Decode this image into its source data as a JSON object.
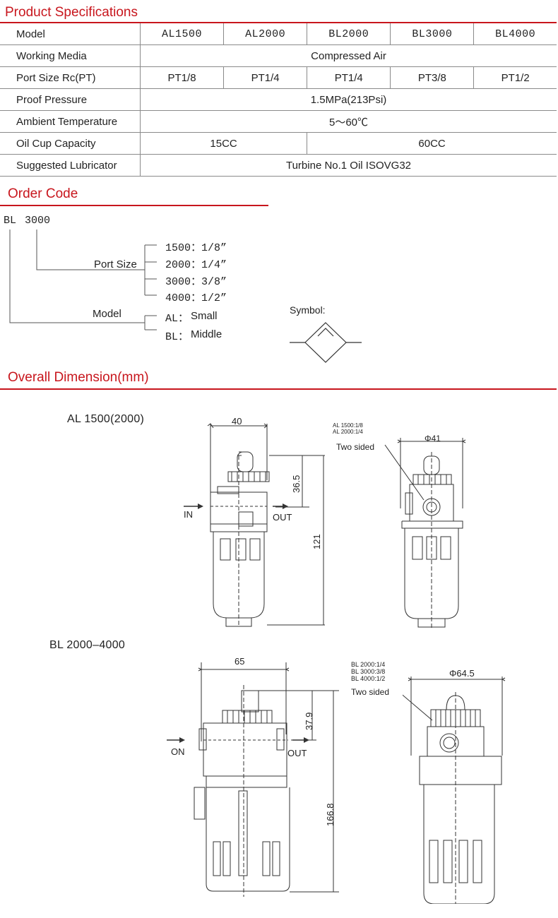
{
  "spec": {
    "title": "Product Specifications",
    "rows": {
      "model": {
        "label": "Model",
        "values": [
          "AL1500",
          "AL2000",
          "BL2000",
          "BL3000",
          "BL4000"
        ]
      },
      "media": {
        "label": "Working Media",
        "value": "Compressed Air"
      },
      "port": {
        "label": "Port Size Rc(PT)",
        "values": [
          "PT1/8",
          "PT1/4",
          "PT1/4",
          "PT3/8",
          "PT1/2"
        ]
      },
      "proof": {
        "label": "Proof Pressure",
        "value": "1.5MPa(213Psi)"
      },
      "temp": {
        "label": "Ambient Temperature",
        "value": "5～60℃"
      },
      "oil": {
        "label": "Oil Cup Capacity",
        "values": [
          "15CC",
          "60CC"
        ]
      },
      "lubricator": {
        "label": "Suggested Lubricator",
        "value": "Turbine No.1 Oil ISOVG32"
      }
    }
  },
  "order": {
    "title": "Order Code",
    "code_prefix": "BL",
    "code_number": "3000",
    "port_size_label": "Port Size",
    "port_options": [
      "1500：1/8”",
      "2000：1/4”",
      "3000：3/8”",
      "4000：1/2”"
    ],
    "model_label": "Model",
    "model_options": [
      {
        "code": "AL：",
        "desc": "Small"
      },
      {
        "code": "BL：",
        "desc": "Middle"
      }
    ],
    "symbol_label": "Symbol:"
  },
  "dimension": {
    "title": "Overall Dimension(mm)",
    "al": {
      "heading": "AL 1500(2000)",
      "width": "40",
      "top_height": "36.5",
      "height": "121",
      "in_label": "IN",
      "out_label": "OUT",
      "side_width": "Φ41",
      "port_notes": [
        "AL 1500:1/8",
        "AL 2000:1/4"
      ],
      "two_sided": "Two sided"
    },
    "bl": {
      "heading": "BL 2000–4000",
      "width": "65",
      "top_height": "37.9",
      "height": "166.8",
      "in_label": "ON",
      "out_label": "OUT",
      "side_width": "Φ64.5",
      "port_notes": [
        "BL 2000:1/4",
        "BL 3000:3/8",
        "BL 4000:1/2"
      ],
      "two_sided": "Two sided"
    }
  },
  "colors": {
    "accent": "#c8161d",
    "line": "#8a8a8a",
    "drawing": "#333333"
  }
}
